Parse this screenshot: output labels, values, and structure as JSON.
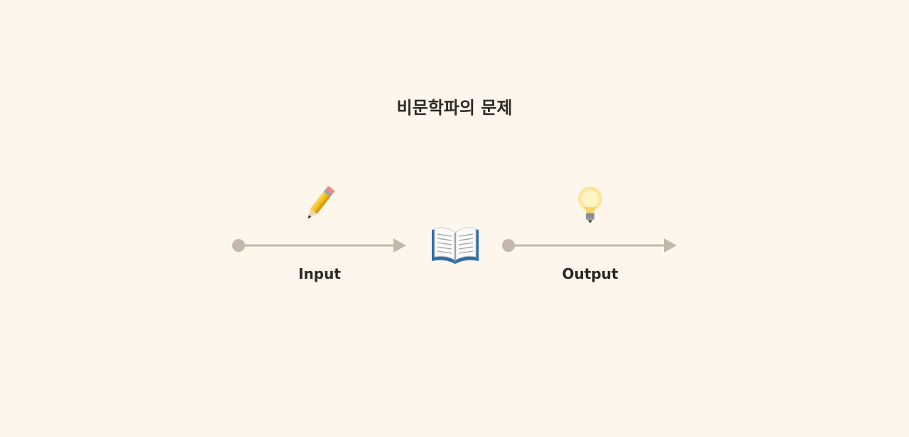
{
  "title": "비문학파의 문제",
  "nodes": {
    "input": {
      "label": "Input",
      "icon": "pencil-icon"
    },
    "middle": {
      "icon": "open-book-icon"
    },
    "output": {
      "label": "Output",
      "icon": "light-bulb-icon"
    }
  },
  "colors": {
    "background": "#fdf6ec",
    "connector": "#c2b8ab",
    "text": "#2b2a26"
  }
}
